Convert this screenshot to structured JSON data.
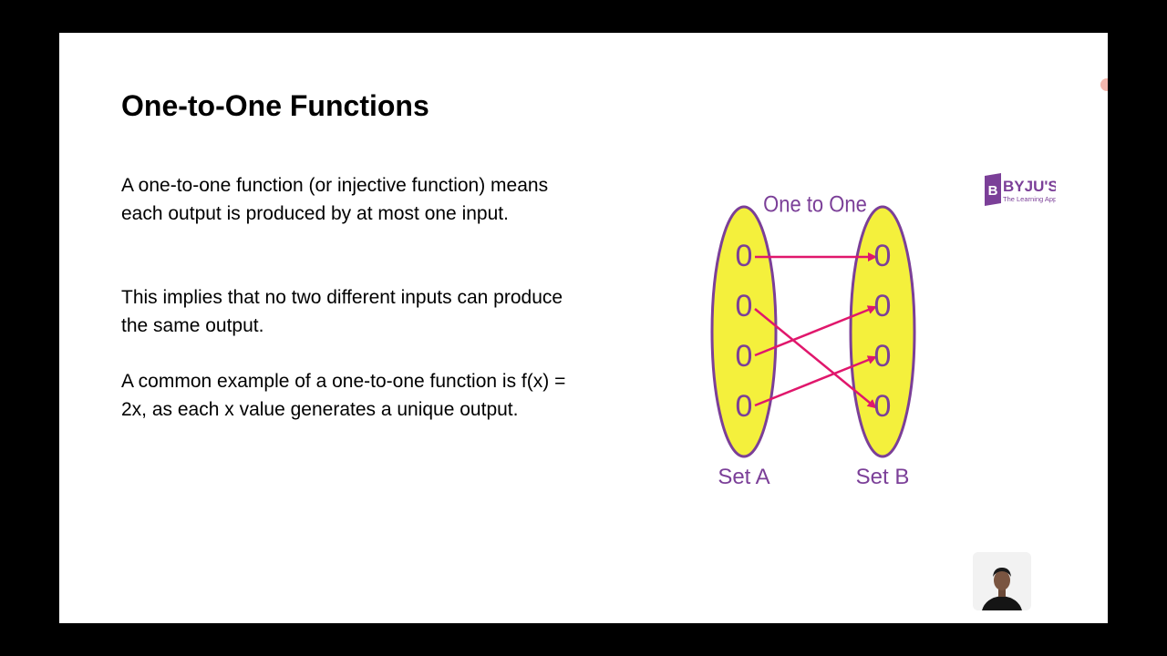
{
  "slide": {
    "title": "One-to-One Functions",
    "paragraphs": [
      "A one-to-one function (or injective function) means each output is produced by at most one input.",
      "This implies that no two different inputs can produce the same output.",
      "A common example of a one-to-one function is f(x) = 2x, as each x value generates a unique output."
    ]
  },
  "logo": {
    "name": "BYJU'S",
    "tagline": "The Learning App",
    "icon": "byjus-logo-icon",
    "color": "#7b3f98"
  },
  "diagram": {
    "title": "One to One",
    "set_a_label": "Set A",
    "set_b_label": "Set B",
    "set_a_elements": [
      "0",
      "0",
      "0",
      "0"
    ],
    "set_b_elements": [
      "0",
      "0",
      "0",
      "0"
    ],
    "mappings": [
      [
        0,
        0
      ],
      [
        1,
        3
      ],
      [
        2,
        1
      ],
      [
        3,
        2
      ]
    ],
    "colors": {
      "ellipse_fill": "#f4f03c",
      "ellipse_stroke": "#7b3f98",
      "arrow": "#e0176c",
      "text": "#7b3f98"
    }
  },
  "webcam": {
    "icon": "presenter-webcam"
  }
}
